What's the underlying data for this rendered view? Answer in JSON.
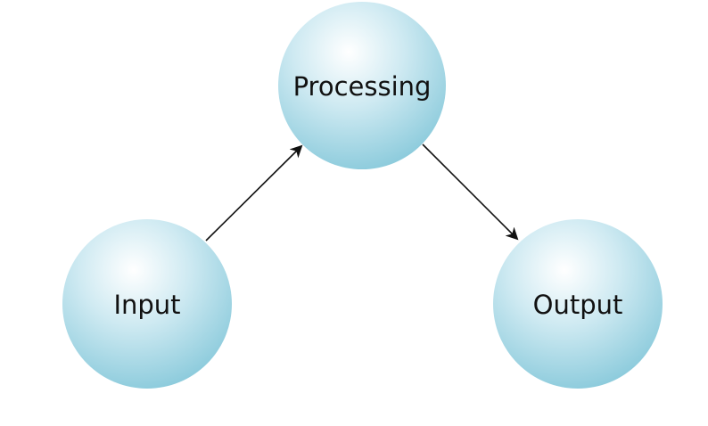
{
  "nodes": [
    {
      "id": "input",
      "label": "Input"
    },
    {
      "id": "processing",
      "label": "Processing"
    },
    {
      "id": "output",
      "label": "Output"
    }
  ],
  "edges": [
    {
      "from": "input",
      "to": "processing"
    },
    {
      "from": "processing",
      "to": "output"
    }
  ],
  "colors": {
    "node_center": "#ffffff",
    "node_mid": "#cfeaf2",
    "node_edge": "#8ccbdc",
    "edge": "#111111",
    "text": "#111111"
  }
}
